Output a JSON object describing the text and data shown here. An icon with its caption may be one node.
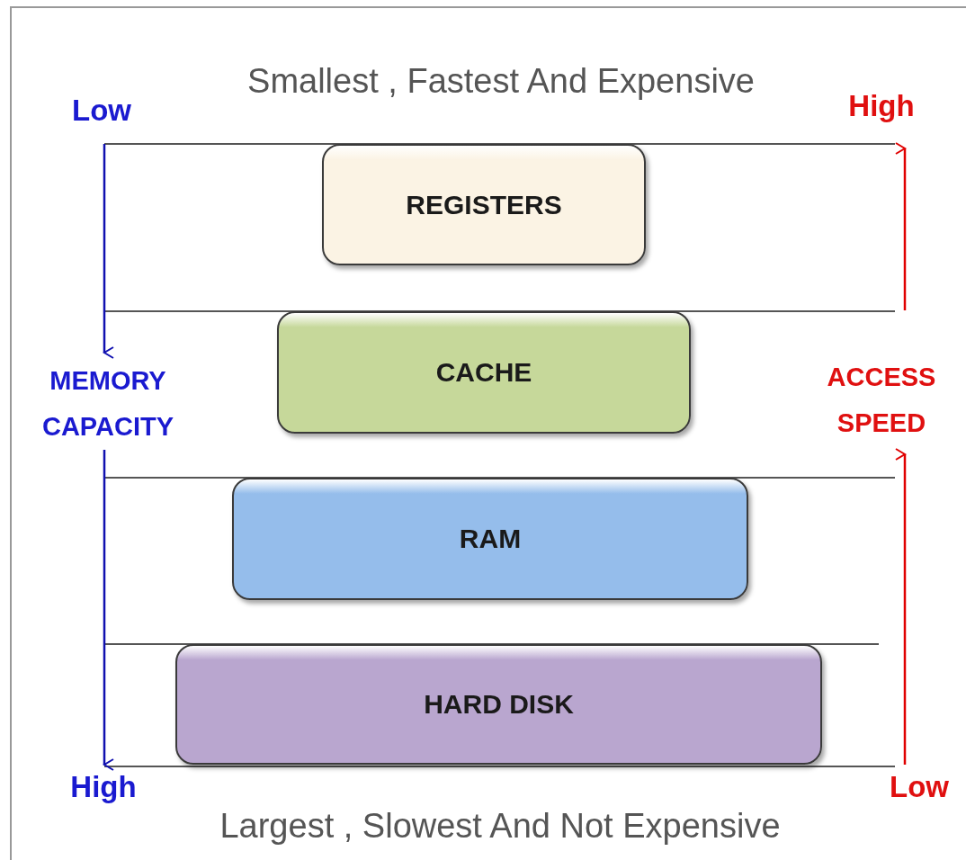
{
  "diagram": {
    "nodes": [
      {
        "text": [
          "REGISTERS"
        ]
      },
      {
        "text": [
          "CACHE"
        ]
      },
      {
        "text": [
          "RAM"
        ]
      },
      {
        "text": [
          "HARD DISK"
        ]
      }
    ],
    "labels": [
      "Smallest , Fastest And Expensive",
      "Low",
      "High",
      "MEMORY CAPACITY",
      "ACCESS SPEED",
      "High",
      "Low",
      "Largest , Slowest And Not Expensive"
    ]
  }
}
